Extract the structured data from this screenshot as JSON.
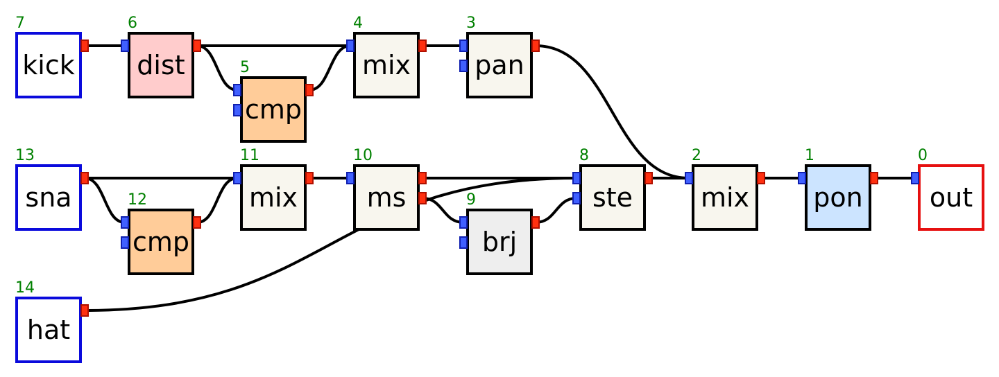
{
  "graph": {
    "nodes": [
      {
        "id": "n7",
        "index": "7",
        "label": "kick",
        "kind": "source",
        "fill": "#ffffff",
        "border": "#0a0adc"
      },
      {
        "id": "n6",
        "index": "6",
        "label": "dist",
        "kind": "fx",
        "fill": "#ffcccc",
        "border": "#000000"
      },
      {
        "id": "n5",
        "index": "5",
        "label": "cmp",
        "kind": "fx",
        "fill": "#ffcc99",
        "border": "#000000"
      },
      {
        "id": "n4",
        "index": "4",
        "label": "mix",
        "kind": "fx",
        "fill": "#f8f6ee",
        "border": "#000000"
      },
      {
        "id": "n3",
        "index": "3",
        "label": "pan",
        "kind": "fx",
        "fill": "#f8f6ee",
        "border": "#000000"
      },
      {
        "id": "n13",
        "index": "13",
        "label": "sna",
        "kind": "source",
        "fill": "#ffffff",
        "border": "#0a0adc"
      },
      {
        "id": "n12",
        "index": "12",
        "label": "cmp",
        "kind": "fx",
        "fill": "#ffcc99",
        "border": "#000000"
      },
      {
        "id": "n11",
        "index": "11",
        "label": "mix",
        "kind": "fx",
        "fill": "#f8f6ee",
        "border": "#000000"
      },
      {
        "id": "n10",
        "index": "10",
        "label": "ms",
        "kind": "fx",
        "fill": "#f8f6ee",
        "border": "#000000"
      },
      {
        "id": "n9",
        "index": "9",
        "label": "brj",
        "kind": "fx",
        "fill": "#eeeeee",
        "border": "#000000"
      },
      {
        "id": "n8",
        "index": "8",
        "label": "ste",
        "kind": "fx",
        "fill": "#f8f6ee",
        "border": "#000000"
      },
      {
        "id": "n2",
        "index": "2",
        "label": "mix",
        "kind": "fx",
        "fill": "#f8f6ee",
        "border": "#000000"
      },
      {
        "id": "n1",
        "index": "1",
        "label": "pon",
        "kind": "fx",
        "fill": "#cce4ff",
        "border": "#000000"
      },
      {
        "id": "n0",
        "index": "0",
        "label": "out",
        "kind": "sink",
        "fill": "#ffffff",
        "border": "#e61010"
      },
      {
        "id": "n14",
        "index": "14",
        "label": "hat",
        "kind": "source",
        "fill": "#ffffff",
        "border": "#0a0adc"
      }
    ],
    "edges": [
      {
        "from": "n7",
        "from_port": 0,
        "to": "n6",
        "to_port": 0
      },
      {
        "from": "n6",
        "from_port": 0,
        "to": "n4",
        "to_port": 0
      },
      {
        "from": "n6",
        "from_port": 0,
        "to": "n5",
        "to_port": 0
      },
      {
        "from": "n5",
        "from_port": 0,
        "to": "n4",
        "to_port": 0
      },
      {
        "from": "n4",
        "from_port": 0,
        "to": "n3",
        "to_port": 0
      },
      {
        "from": "n3",
        "from_port": 0,
        "to": "n2",
        "to_port": 0
      },
      {
        "from": "n13",
        "from_port": 0,
        "to": "n11",
        "to_port": 0
      },
      {
        "from": "n13",
        "from_port": 0,
        "to": "n12",
        "to_port": 0
      },
      {
        "from": "n12",
        "from_port": 0,
        "to": "n11",
        "to_port": 0
      },
      {
        "from": "n11",
        "from_port": 0,
        "to": "n10",
        "to_port": 0
      },
      {
        "from": "n10",
        "from_port": 0,
        "to": "n8",
        "to_port": 0
      },
      {
        "from": "n10",
        "from_port": 1,
        "to": "n9",
        "to_port": 0
      },
      {
        "from": "n9",
        "from_port": 0,
        "to": "n8",
        "to_port": 1
      },
      {
        "from": "n14",
        "from_port": 0,
        "to": "n8",
        "to_port": 0
      },
      {
        "from": "n8",
        "from_port": 0,
        "to": "n2",
        "to_port": 0
      },
      {
        "from": "n2",
        "from_port": 0,
        "to": "n1",
        "to_port": 0
      },
      {
        "from": "n1",
        "from_port": 0,
        "to": "n0",
        "to_port": 0
      }
    ]
  }
}
